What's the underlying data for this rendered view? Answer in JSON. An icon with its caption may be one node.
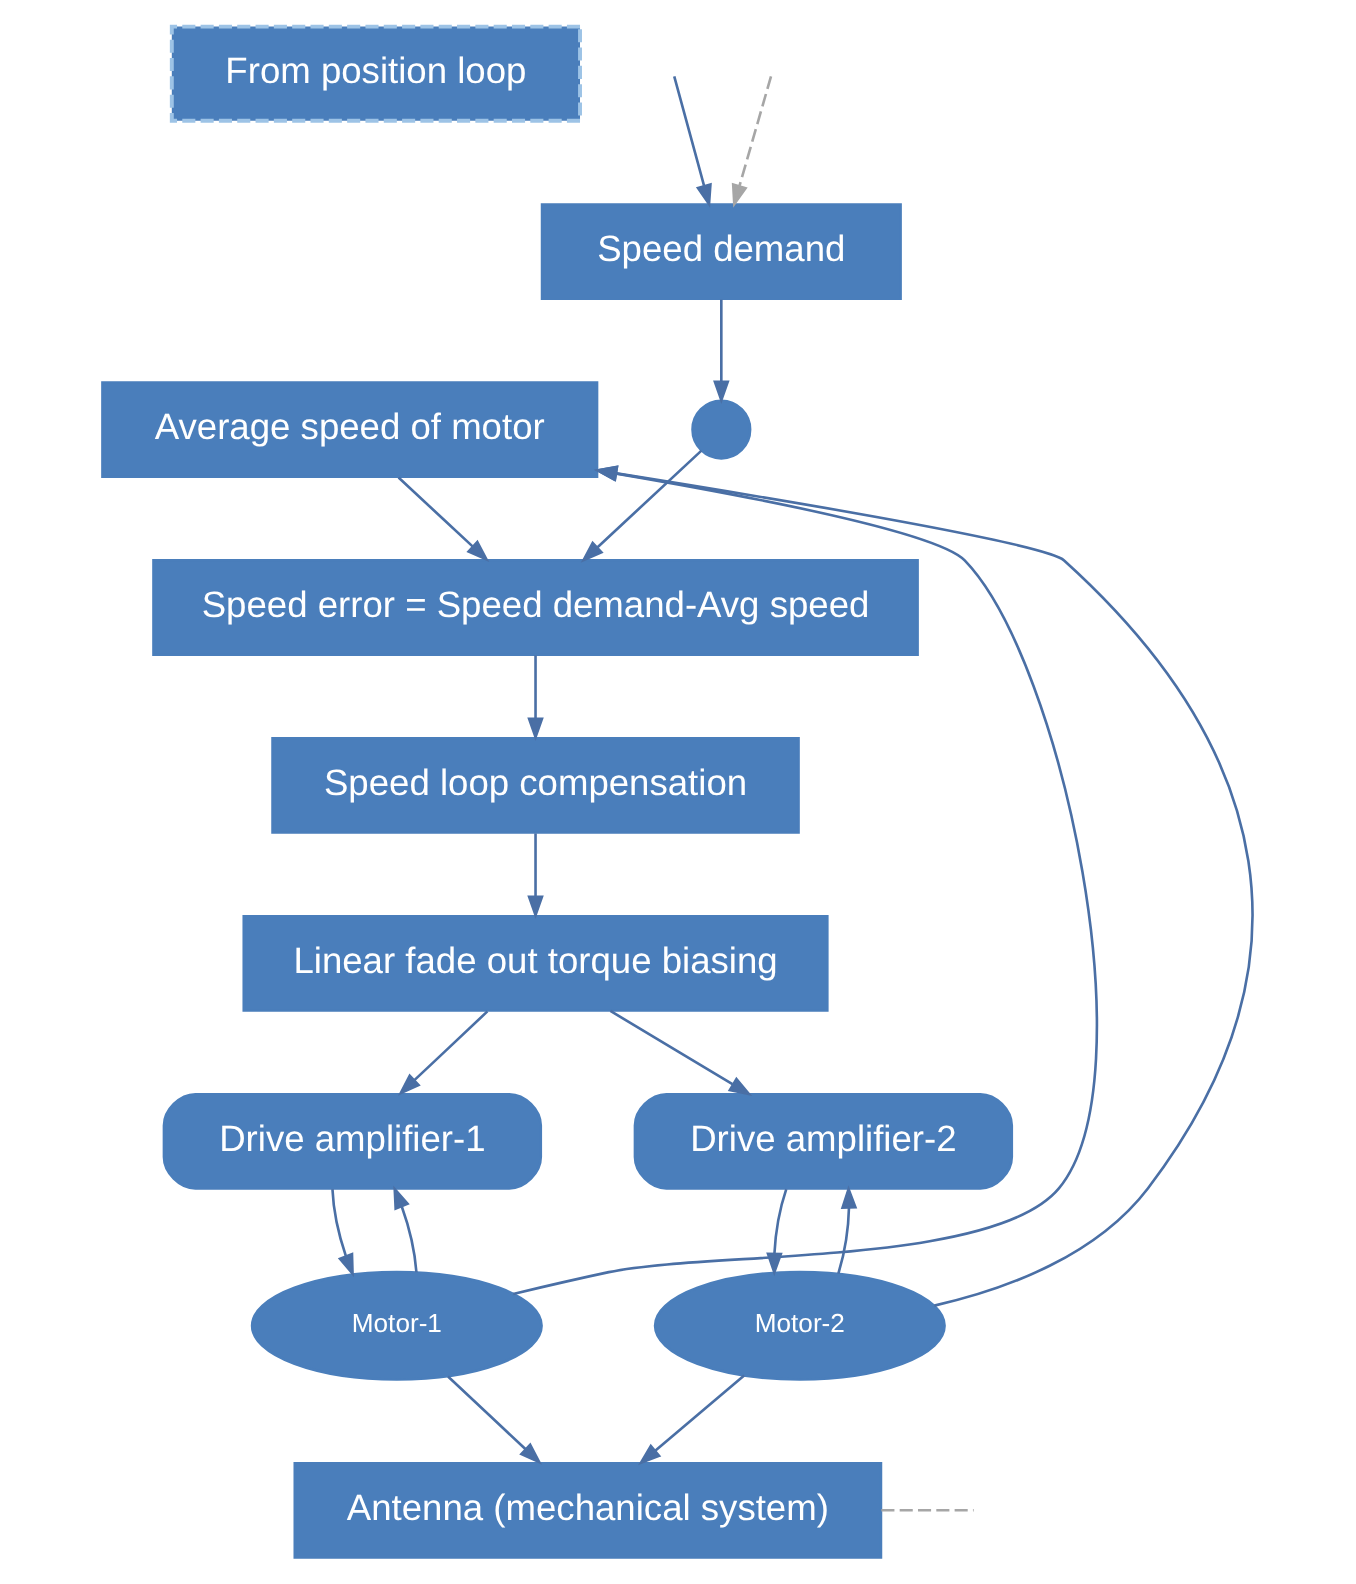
{
  "diagram": {
    "nodes": [
      {
        "text": [
          "From position loop"
        ]
      },
      {
        "text": [
          "Speed demand"
        ]
      },
      {
        "text": [
          "Average speed of motor"
        ]
      },
      {
        "text": [],
        "shape": "circle"
      },
      {
        "text": [
          "Speed error = Speed demand-Avg speed"
        ]
      },
      {
        "text": [
          "Speed loop compensation"
        ]
      },
      {
        "text": [
          "Linear fade out torque biasing"
        ]
      },
      {
        "text": [
          "Drive amplifier-1"
        ]
      },
      {
        "text": [
          "Drive amplifier-2"
        ]
      },
      {
        "text": [
          "Motor-1"
        ]
      },
      {
        "text": [
          "Motor-2"
        ]
      },
      {
        "text": [
          "Antenna (mechanical system)"
        ]
      }
    ],
    "edges": [
      {
        "from": null,
        "to": 1,
        "arrow": "to",
        "style": "dashed",
        "color": "#a6a6a6"
      },
      {
        "from": null,
        "to": 1,
        "arrow": "to"
      },
      {
        "from": 1,
        "to": 3,
        "arrow": "to"
      },
      {
        "from": 3,
        "to": 4,
        "arrow": "to"
      },
      {
        "from": 2,
        "to": 4,
        "arrow": "to"
      },
      {
        "from": 4,
        "to": 5,
        "arrow": "to"
      },
      {
        "from": 5,
        "to": 6,
        "arrow": "to"
      },
      {
        "from": 6,
        "to": 7,
        "arrow": "to"
      },
      {
        "from": 6,
        "to": 8,
        "arrow": "to"
      },
      {
        "from": 7,
        "to": 9,
        "arrow": "to"
      },
      {
        "from": 8,
        "to": 10,
        "arrow": "to"
      },
      {
        "from": 9,
        "to": 7,
        "arrow": "to"
      },
      {
        "from": 10,
        "to": 8,
        "arrow": "to"
      },
      {
        "from": 9,
        "to": 11,
        "arrow": "to"
      },
      {
        "from": 10,
        "to": 11,
        "arrow": "to"
      },
      {
        "from": 9,
        "to": 2,
        "arrow": "to"
      },
      {
        "from": 10,
        "to": 2,
        "arrow": "to"
      },
      {
        "from": 11,
        "to": null,
        "arrow": "none",
        "style": "dashed",
        "color": "#a6a6a6"
      }
    ]
  }
}
